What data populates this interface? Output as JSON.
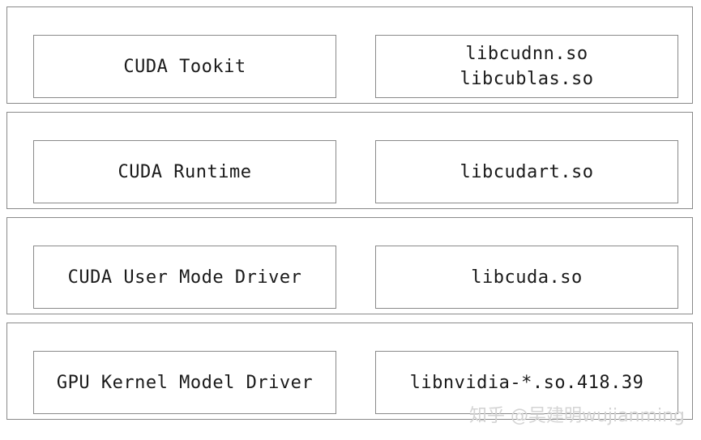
{
  "layers": [
    {
      "left": "CUDA Tookit",
      "right": [
        "libcudnn.so",
        "libcublas.so"
      ]
    },
    {
      "left": "CUDA Runtime",
      "right": [
        "libcudart.so"
      ]
    },
    {
      "left": "CUDA User Mode Driver",
      "right": [
        "libcuda.so"
      ]
    },
    {
      "left": "GPU Kernel Model Driver",
      "right": [
        "libnvidia-*.so.418.39"
      ]
    }
  ],
  "watermark": "知乎 @吴建明wujianming"
}
